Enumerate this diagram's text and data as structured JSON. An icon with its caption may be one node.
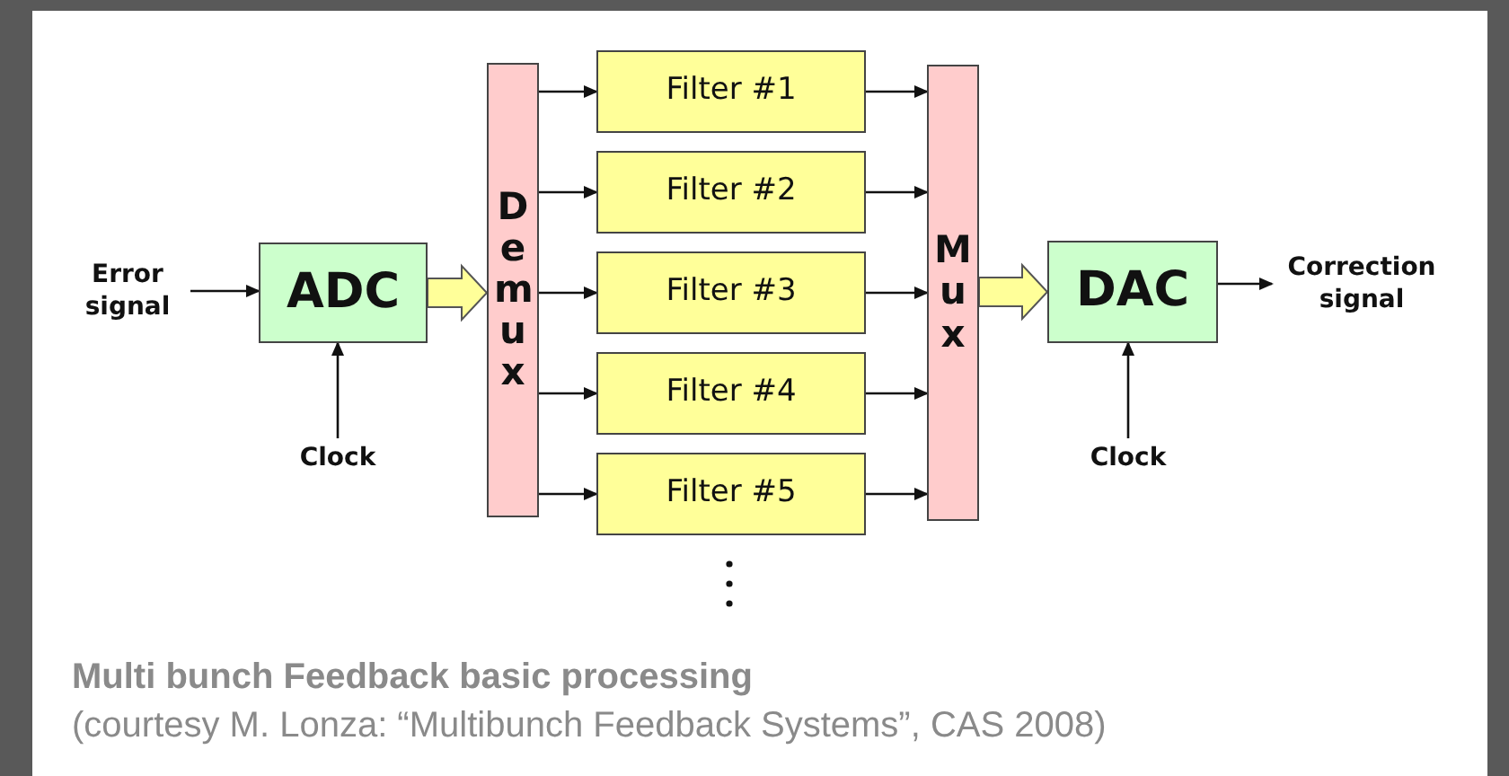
{
  "diagram": {
    "caption": "Multi bunch Feedback basic processing",
    "nodes": [
      {
        "text": [
          "Error signal"
        ]
      },
      {
        "text": [
          "ADC"
        ]
      },
      {
        "text": [
          "Demux"
        ]
      },
      {
        "text": [
          "Clock"
        ]
      },
      {
        "text": [
          "Filter #1"
        ]
      },
      {
        "text": [
          "Filter #2"
        ]
      },
      {
        "text": [
          "Filter #3"
        ]
      },
      {
        "text": [
          "Filter #4"
        ]
      },
      {
        "text": [
          "Filter #5"
        ]
      },
      {
        "text": [
          "Mux"
        ]
      },
      {
        "text": [
          "DAC"
        ]
      },
      {
        "text": [
          "Clock"
        ]
      },
      {
        "text": [
          "Correction signal"
        ]
      }
    ],
    "edges": [
      {
        "from": 0,
        "to": 1,
        "arrow": "to"
      },
      {
        "from": 3,
        "to": 1,
        "arrow": "to"
      },
      {
        "from": 1,
        "to": 2,
        "arrow": "to",
        "style": "thick",
        "color": "#ffff99"
      },
      {
        "from": 2,
        "to": 4,
        "arrow": "to"
      },
      {
        "from": 2,
        "to": 5,
        "arrow": "to"
      },
      {
        "from": 2,
        "to": 6,
        "arrow": "to"
      },
      {
        "from": 2,
        "to": 7,
        "arrow": "to"
      },
      {
        "from": 2,
        "to": 8,
        "arrow": "to"
      },
      {
        "from": 4,
        "to": 9,
        "arrow": "to"
      },
      {
        "from": 5,
        "to": 9,
        "arrow": "to"
      },
      {
        "from": 6,
        "to": 9,
        "arrow": "to"
      },
      {
        "from": 7,
        "to": 9,
        "arrow": "to"
      },
      {
        "from": 8,
        "to": 9,
        "arrow": "to"
      },
      {
        "from": 9,
        "to": 10,
        "arrow": "to",
        "style": "thick",
        "color": "#ffff99"
      },
      {
        "from": 11,
        "to": 10,
        "arrow": "to"
      },
      {
        "from": 10,
        "to": 12,
        "arrow": "to"
      }
    ],
    "labels": [
      "(courtesy M. Lonza: “Multibunch Feedback Systems”, CAS 2008)"
    ]
  }
}
